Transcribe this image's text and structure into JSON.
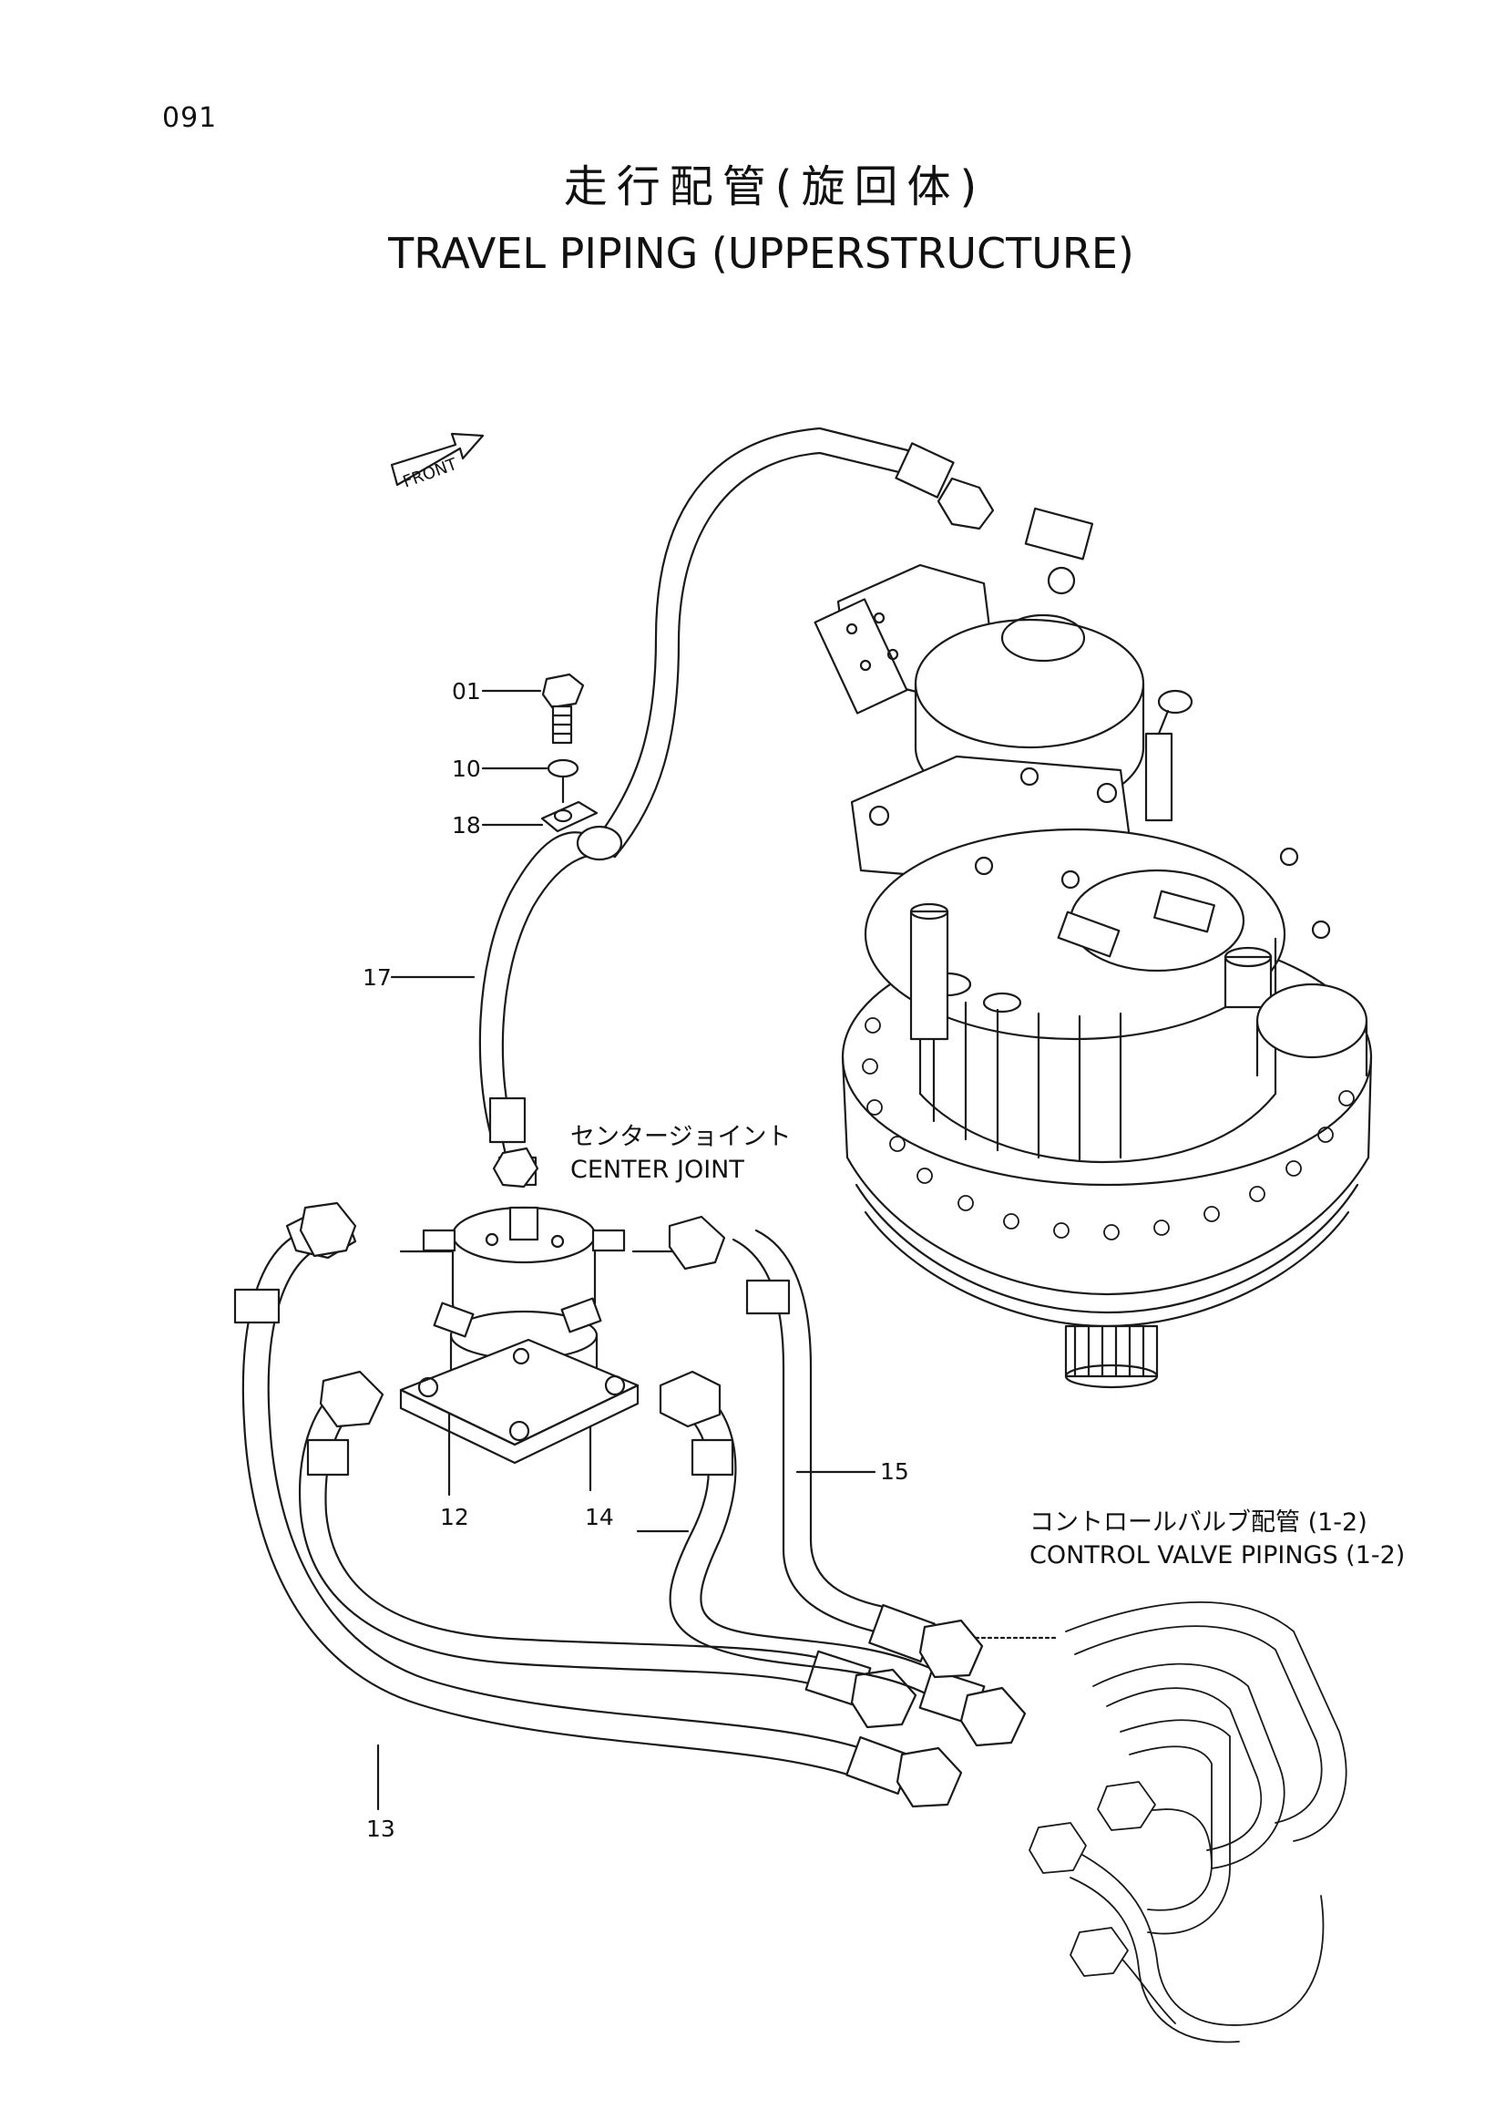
{
  "page": {
    "number": "091",
    "title_jp": "走行配管(旋回体)",
    "title_en": "TRAVEL PIPING (UPPERSTRUCTURE)"
  },
  "front_indicator": "FRONT",
  "part_callouts": {
    "p01": "01",
    "p10": "10",
    "p18": "18",
    "p17": "17",
    "p12": "12",
    "p14": "14",
    "p15": "15",
    "p13": "13"
  },
  "references": {
    "center_joint": {
      "jp": "センタージョイント",
      "en": "CENTER JOINT"
    },
    "control_valve": {
      "jp": "コントロールバルブ配管 (1-2)",
      "en": "CONTROL VALVE PIPINGS (1-2)"
    }
  },
  "colors": {
    "line": "#1a1a1a",
    "background": "#ffffff"
  }
}
